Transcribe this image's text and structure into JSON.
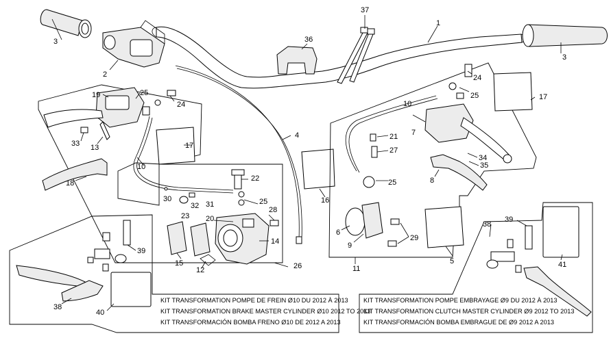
{
  "callouts": {
    "c1": "1",
    "c2": "2",
    "c3a": "3",
    "c3b": "3",
    "c4": "4",
    "c5": "5",
    "c6": "6",
    "c7": "7",
    "c8": "8",
    "c9": "9",
    "c10a": "10",
    "c10b": "10",
    "c11": "11",
    "c12": "12",
    "c13": "13",
    "c14": "14",
    "c15": "15",
    "c16": "16",
    "c17a": "17",
    "c17b": "17",
    "c18": "18",
    "c19": "19",
    "c20": "20",
    "c21": "21",
    "c22": "22",
    "c23": "23",
    "c24a": "24",
    "c24b": "24",
    "c25a": "25",
    "c25b": "25",
    "c25c": "25",
    "c25d": "25",
    "c26": "26",
    "c27": "27",
    "c28": "28",
    "c29": "29",
    "c30": "30",
    "c31": "31",
    "c32": "32",
    "c33": "33",
    "c34": "34",
    "c35": "35",
    "c36": "36",
    "c37": "37",
    "c38a": "38",
    "c38b": "38",
    "c39a": "39",
    "c39b": "39",
    "c40": "40",
    "c41": "41"
  },
  "kits": {
    "brake": [
      "KIT TRANSFORMATION POMPE DE FREIN Ø10 DU 2012 À 2013",
      "KIT TRANSFORMATION BRAKE MASTER CYLINDER Ø10 2012 TO 2013",
      "KIT TRANSFORMACIÓN BOMBA FRENO Ø10 DE 2012 A 2013"
    ],
    "clutch": [
      "KIT TRANSFORMATION POMPE EMBRAYAGE Ø9 DU 2012 À 2013",
      "KIT TRANSFORMATION CLUTCH MASTER CYLINDER Ø9 2012 TO 2013",
      "KIT TRANSFORMACIÓN BOMBA EMBRAGUE DE Ø9 2012 A 2013"
    ]
  },
  "colors": {
    "line": "#000000",
    "background": "#ffffff",
    "part_fill": "#ececec"
  }
}
